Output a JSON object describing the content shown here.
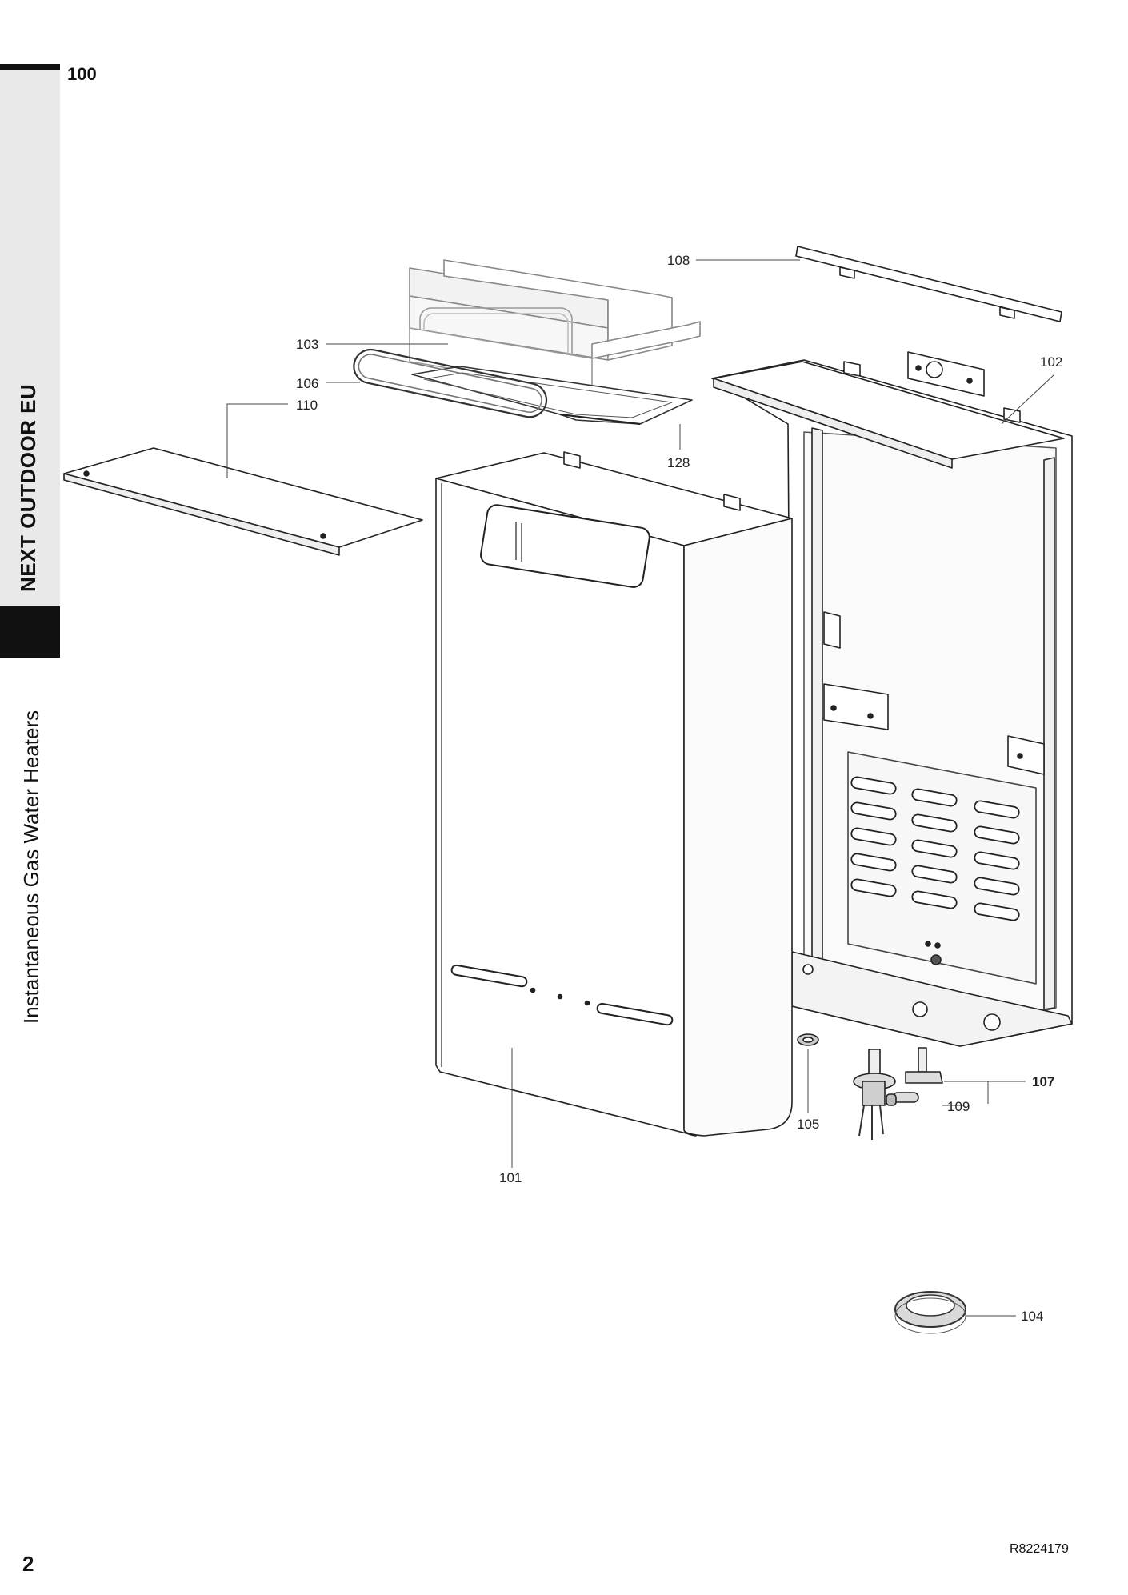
{
  "sidebar": {
    "product": "NEXT OUTDOOR EU",
    "category": "Instantaneous Gas Water Heaters"
  },
  "section_number": "100",
  "page_number": "2",
  "document_ref": "R8224179",
  "part_labels": {
    "p101": "101",
    "p102": "102",
    "p103": "103",
    "p104": "104",
    "p105": "105",
    "p106": "106",
    "p107": "107",
    "p108": "108",
    "p109": "109",
    "p110": "110",
    "p128": "128"
  }
}
